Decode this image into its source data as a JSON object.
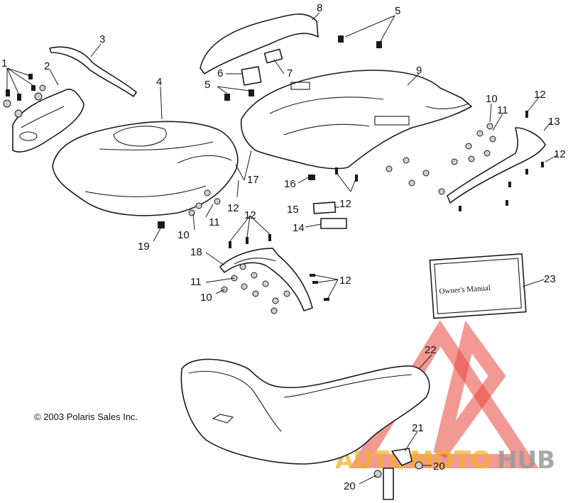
{
  "diagram": {
    "copyright": "© 2003 Polaris Sales Inc.",
    "manual_title": "Owner's Manual",
    "part_numbers": {
      "n1": "1",
      "n2": "2",
      "n3": "3",
      "n4": "4",
      "n5a": "5",
      "n5b": "5",
      "n6": "6",
      "n7": "7",
      "n8": "8",
      "n9": "9",
      "n10a": "10",
      "n10b": "10",
      "n10c": "10",
      "n11a": "11",
      "n11b": "11",
      "n11c": "11",
      "n12a": "12",
      "n12b": "12",
      "n12c": "12",
      "n12d": "12",
      "n12e": "12",
      "n12f": "12",
      "n13": "13",
      "n14": "14",
      "n15": "15",
      "n16": "16",
      "n17": "17",
      "n18": "18",
      "n19": "19",
      "n20a": "20",
      "n20b": "20",
      "n21": "21",
      "n22": "22",
      "n23": "23"
    }
  },
  "watermark": {
    "brand_part1": "AUTOMOTO",
    "brand_part2": "HUB",
    "colors": {
      "triangle": "#e8453c",
      "brand_part1": "#f3b21f",
      "brand_part2": "#9a9a9a"
    }
  }
}
